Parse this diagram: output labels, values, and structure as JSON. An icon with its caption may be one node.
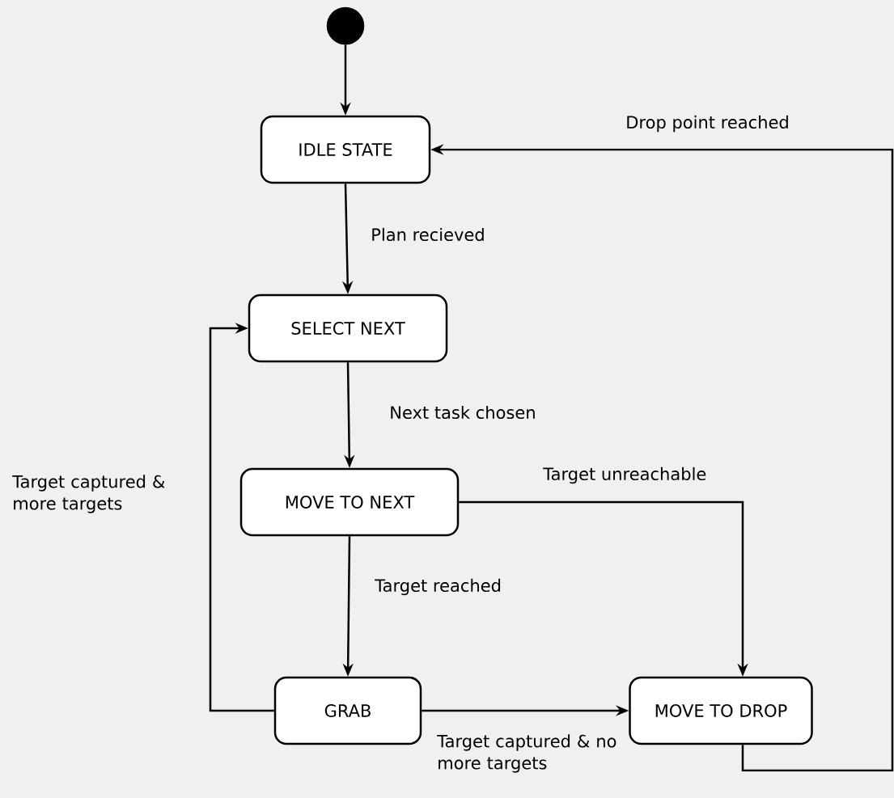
{
  "diagram": {
    "nodes": [
      {
        "text": [],
        "shape": "circle"
      },
      {
        "text": [
          "IDLE STATE"
        ]
      },
      {
        "text": [
          "SELECT NEXT"
        ]
      },
      {
        "text": [
          "MOVE TO NEXT"
        ]
      },
      {
        "text": [
          "GRAB"
        ]
      },
      {
        "text": [
          "MOVE TO DROP"
        ]
      }
    ],
    "edges": [
      {
        "from": 0,
        "to": 1,
        "arrow": "to"
      },
      {
        "from": 1,
        "to": 2,
        "arrow": "to",
        "label": "Plan recieved"
      },
      {
        "from": 2,
        "to": 3,
        "arrow": "to",
        "label": "Next task chosen"
      },
      {
        "from": 3,
        "to": 4,
        "arrow": "to",
        "label": "Target reached"
      },
      {
        "from": 3,
        "to": 5,
        "arrow": "to",
        "label": "Target unreachable"
      },
      {
        "from": 4,
        "to": 2,
        "arrow": "to",
        "label": "Target captured & more targets"
      },
      {
        "from": 4,
        "to": 5,
        "arrow": "to",
        "label": "Target captured & no more targets"
      },
      {
        "from": 5,
        "to": 1,
        "arrow": "to",
        "label": "Drop point reached"
      }
    ]
  }
}
